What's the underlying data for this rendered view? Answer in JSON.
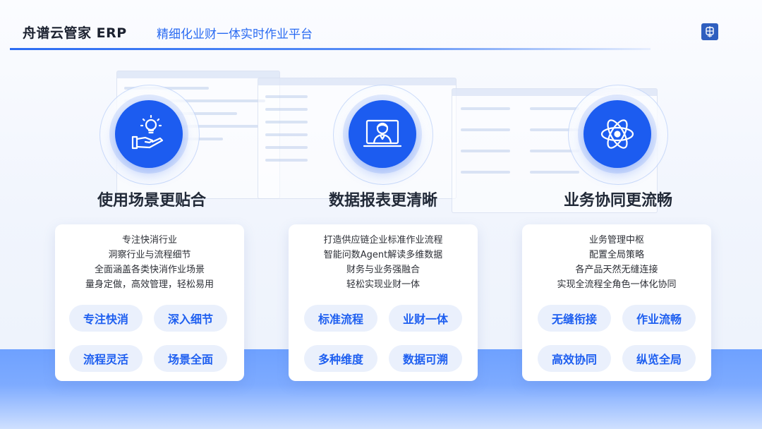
{
  "header": {
    "title": "舟谱云管家 ERP",
    "subtitle": "精细化业财一体实时作业平台"
  },
  "columns": [
    {
      "icon": "lightbulb-hand-icon",
      "title": "使用场景更贴合",
      "lines": [
        "专注快消行业",
        "洞察行业与流程细节",
        "全面涵盖各类快消作业场景",
        "量身定做，高效管理，轻松易用"
      ],
      "tags": [
        "专注快消",
        "深入细节",
        "流程灵活",
        "场景全面"
      ]
    },
    {
      "icon": "user-monitor-icon",
      "title": "数据报表更清晰",
      "lines": [
        "打造供应链企业标准作业流程",
        "智能问数Agent解读多维数据",
        "财务与业务强融合",
        "轻松实现业财一体"
      ],
      "tags": [
        "标准流程",
        "业财一体",
        "多种维度",
        "数据可溯"
      ]
    },
    {
      "icon": "atom-icon",
      "title": "业务协同更流畅",
      "lines": [
        "业务管理中枢",
        "配置全局策略",
        "各产品天然无缝连接",
        "实现全流程全角色一体化协同"
      ],
      "tags": [
        "无缝衔接",
        "作业流畅",
        "高效协同",
        "纵览全局"
      ]
    }
  ],
  "colors": {
    "accent": "#1c5cf0",
    "tag_bg": "#eaf0fc",
    "bottom_band": "#6ea1ff"
  }
}
